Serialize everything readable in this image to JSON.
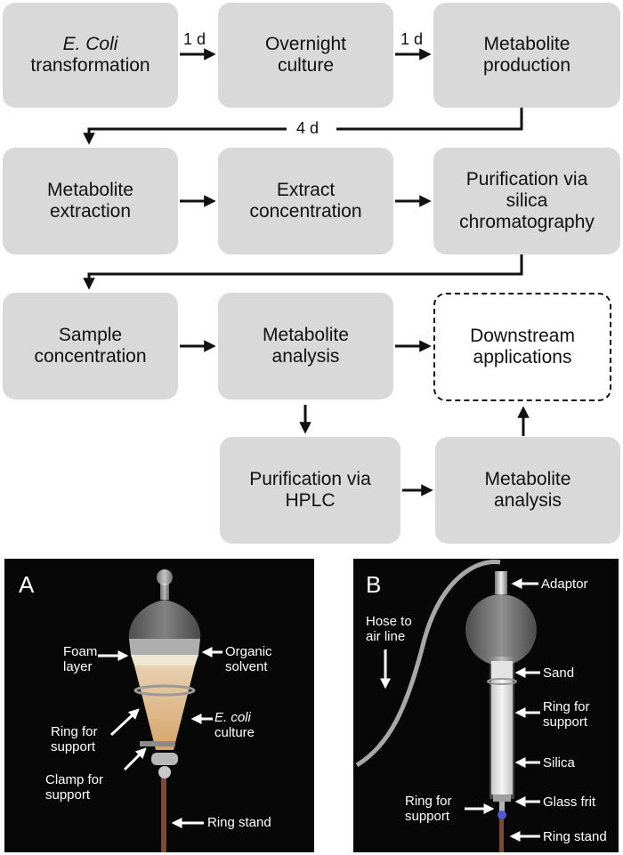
{
  "flowchart": {
    "row1": {
      "box1": {
        "line1_italic": "E. Coli",
        "line2": "transformation"
      },
      "box2": {
        "line1": "Overnight",
        "line2": "culture"
      },
      "box3": {
        "line1": "Metabolite",
        "line2": "production"
      },
      "label_1_2": "1 d",
      "label_2_3": "1 d"
    },
    "label_row1_row2": "4 d",
    "row2": {
      "box1": {
        "line1": "Metabolite",
        "line2": "extraction"
      },
      "box2": {
        "line1": "Extract",
        "line2": "concentration"
      },
      "box3": {
        "line1": "Purification via",
        "line2": "silica",
        "line3": "chromatography"
      }
    },
    "row3": {
      "box1": {
        "line1": "Sample",
        "line2": "concentration"
      },
      "box2": {
        "line1": "Metabolite",
        "line2": "analysis"
      },
      "box3": {
        "line1": "Downstream",
        "line2": "applications"
      }
    },
    "row4": {
      "box1": {
        "line1": "Purification via",
        "line2": "HPLC"
      },
      "box2": {
        "line1": "Metabolite",
        "line2": "analysis"
      }
    }
  },
  "panel_a": {
    "letter": "A",
    "labels": {
      "organic_solvent": {
        "line1": "Organic",
        "line2": "solvent"
      },
      "foam_layer": {
        "line1": "Foam",
        "line2": "layer"
      },
      "ecoli_culture": {
        "line1_italic": "E. coli",
        "line2": "culture"
      },
      "ring_support": {
        "line1": "Ring for",
        "line2": "support"
      },
      "clamp_support": {
        "line1": "Clamp for",
        "line2": "support"
      },
      "ring_stand": "Ring stand"
    }
  },
  "panel_b": {
    "letter": "B",
    "labels": {
      "adaptor": "Adaptor",
      "hose": {
        "line1": "Hose to",
        "line2": "air line"
      },
      "sand": "Sand",
      "ring_support_right": {
        "line1": "Ring for",
        "line2": "support"
      },
      "silica": "Silica",
      "glass_frit": "Glass frit",
      "ring_support_left": {
        "line1": "Ring for",
        "line2": "support"
      },
      "ring_stand": "Ring stand"
    }
  },
  "colors": {
    "box_fill": "#d9d9d9",
    "arrow": "#111111",
    "photo_bg": "#070707",
    "callout_text": "#ffffff"
  }
}
